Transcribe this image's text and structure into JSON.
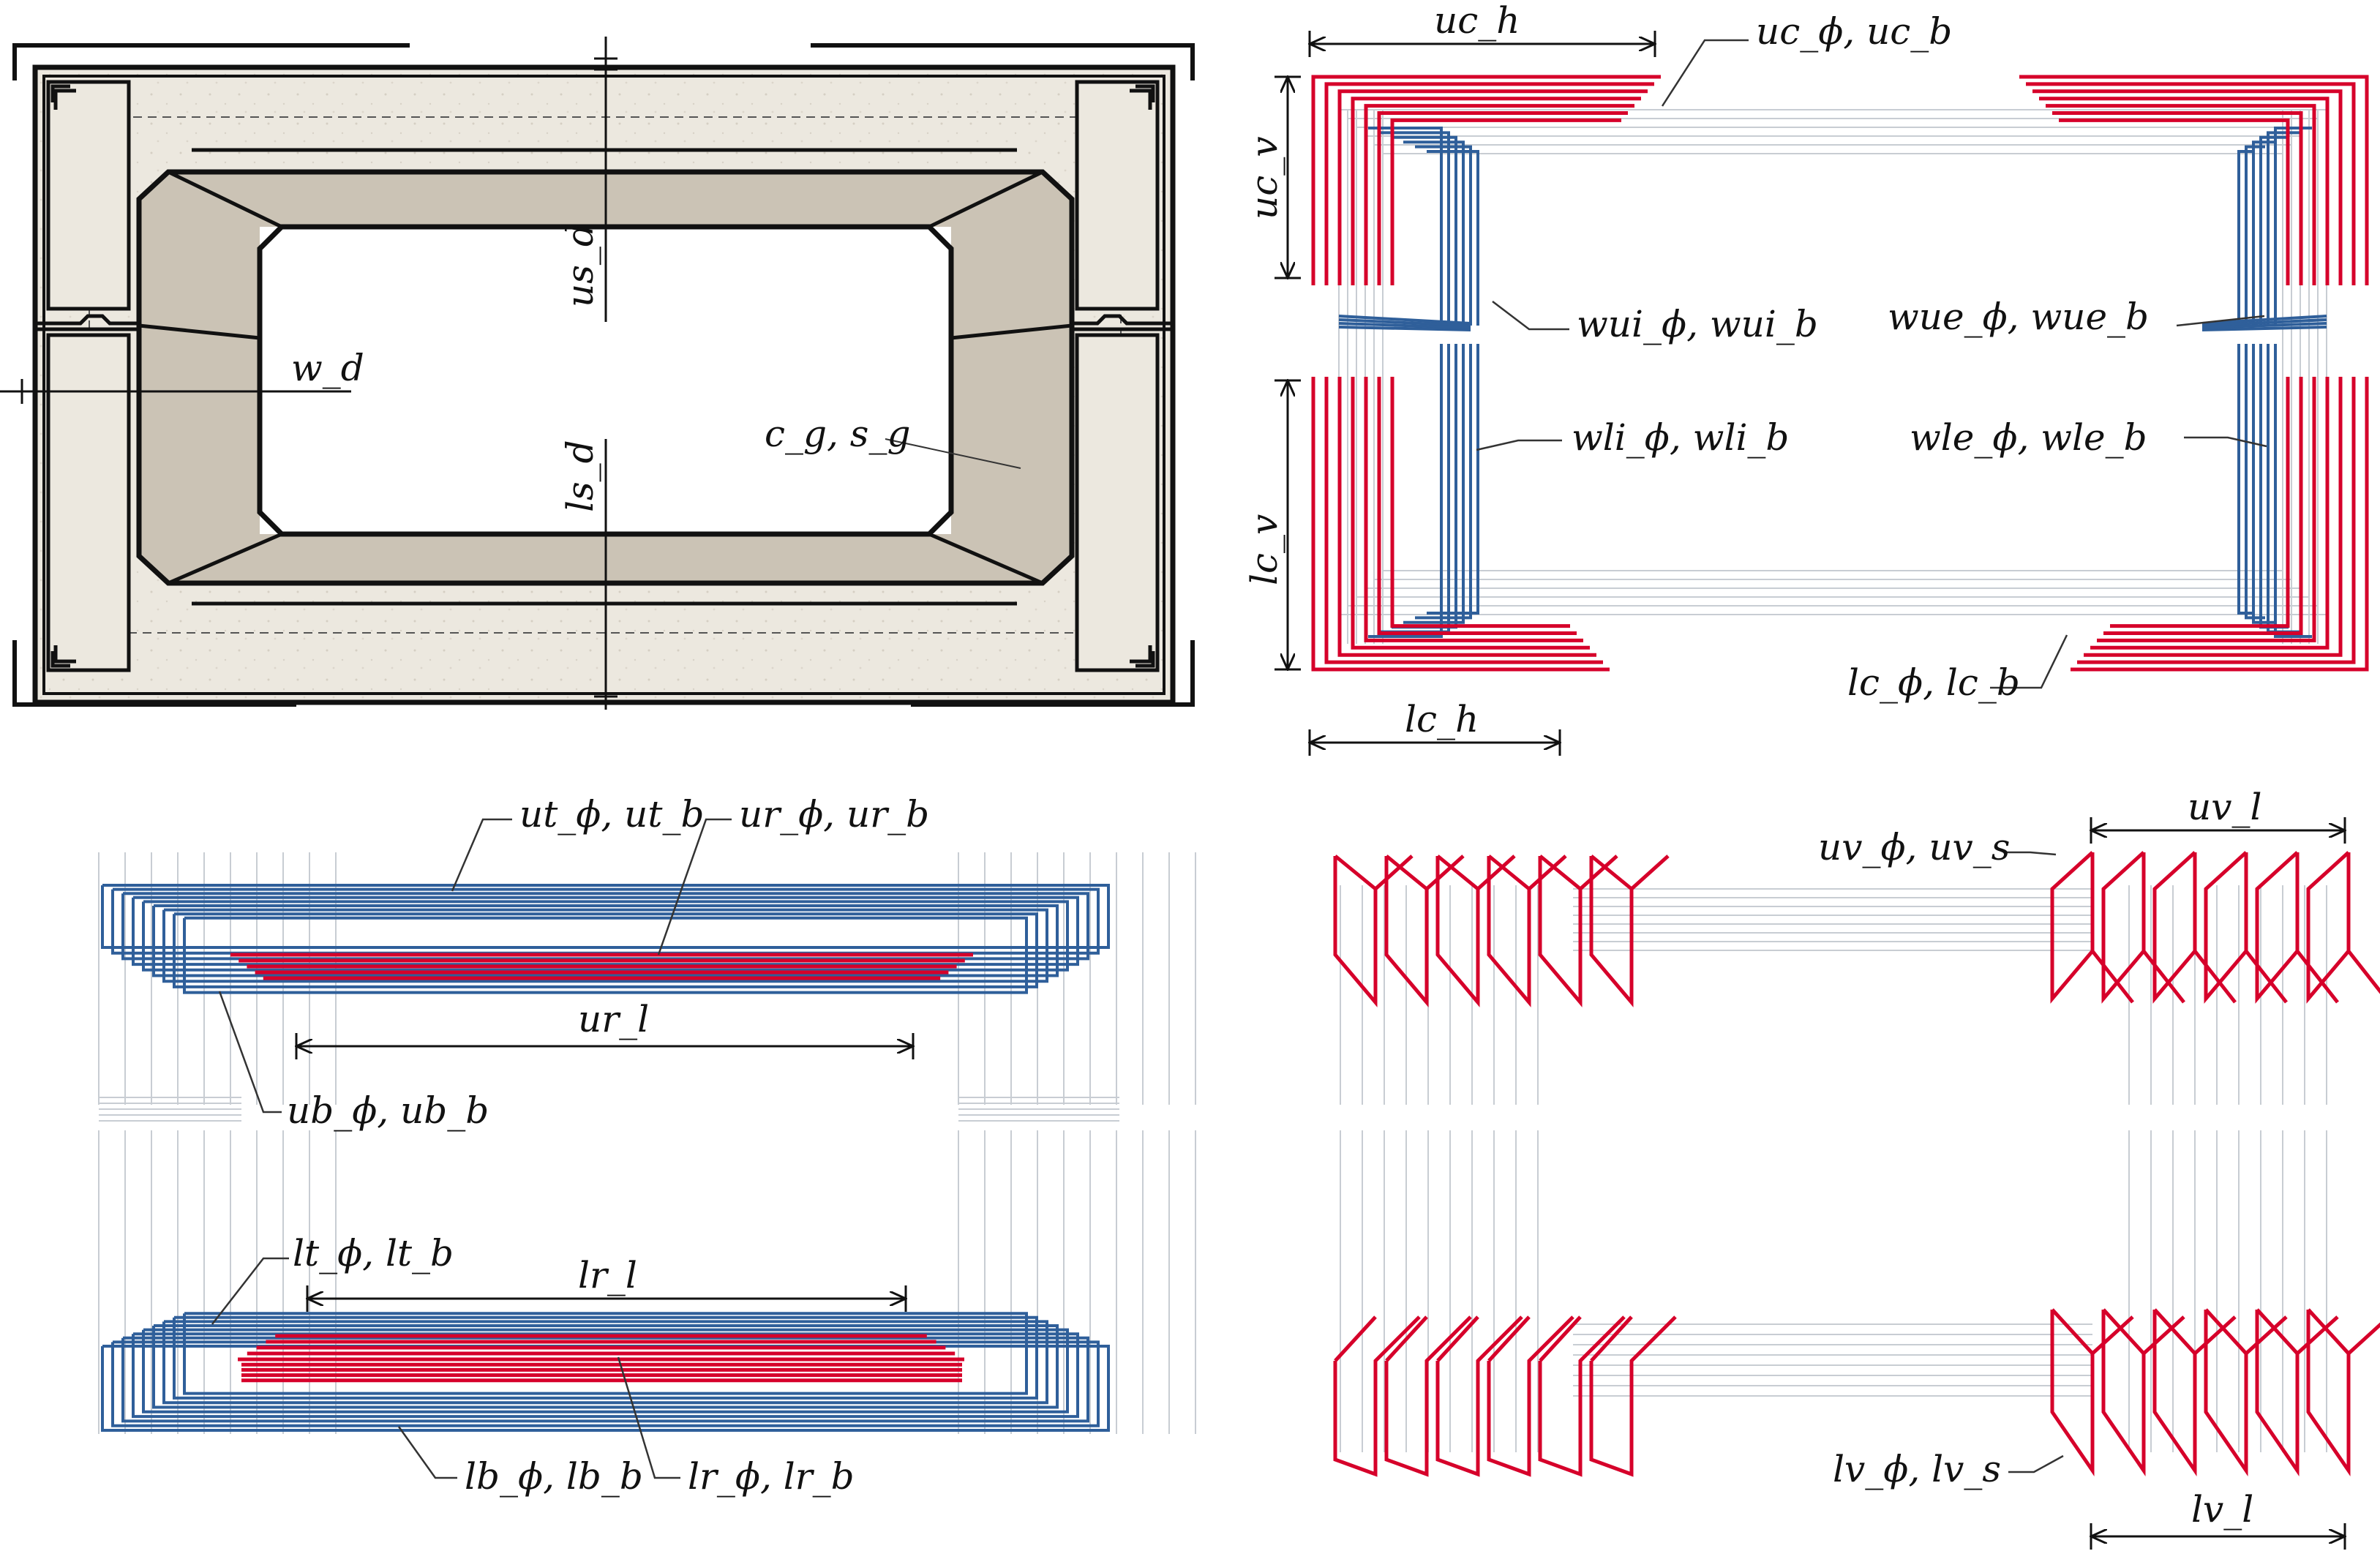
{
  "colors": {
    "rebar_red": "#d6002a",
    "rebar_blue": "#2f5f9a",
    "ghost_grey": "#c8cdd3",
    "concrete_light": "#ece8df",
    "concrete_dark": "#c9c1b3",
    "ink": "#111111"
  },
  "section": {
    "labels": {
      "us_d": "us_d",
      "ls_d": "ls_d",
      "w_d": "w_d",
      "cg_sg": "c_g, s_g"
    }
  },
  "corners": {
    "labels": {
      "uc_h": "uc_h",
      "uc_phi_b": "uc_ϕ, uc_b",
      "uc_v": "uc_v",
      "wui": "wui_ϕ, wui_b",
      "wue": "wue_ϕ, wue_b",
      "wli": "wli_ϕ, wli_b",
      "wle": "wle_ϕ, wle_b",
      "lc_v": "lc_v",
      "lc_phi_b": "lc_ϕ, lc_b",
      "lc_h": "lc_h"
    }
  },
  "slabs": {
    "labels": {
      "ut": "ut_ϕ, ut_b",
      "ur": "ur_ϕ, ur_b",
      "ur_l": "ur_l",
      "ub": "ub_ϕ, ub_b",
      "lt": "lt_ϕ, lt_b",
      "lr_l": "lr_l",
      "lb": "lb_ϕ, lb_b",
      "lr": "lr_ϕ, lr_b"
    }
  },
  "stirrups": {
    "labels": {
      "uv_phi_s": "uv_ϕ, uv_s",
      "uv_l": "uv_l",
      "lv_phi_s": "lv_ϕ, lv_s",
      "lv_l": "lv_l"
    }
  }
}
